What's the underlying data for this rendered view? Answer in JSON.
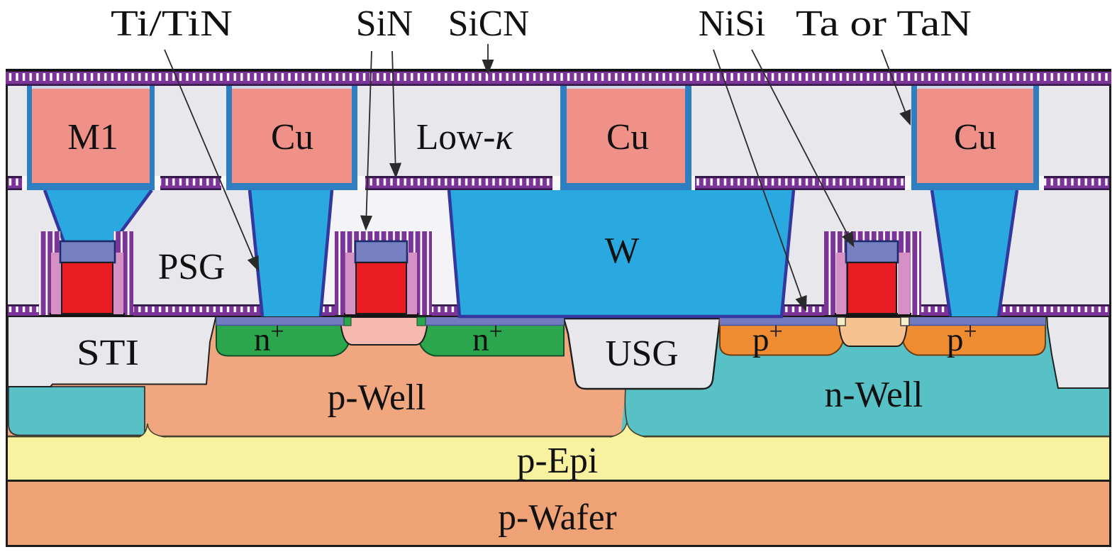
{
  "figure": {
    "type": "cmos-process-cross-section-diagram",
    "top_annotations": [
      {
        "id": "ti-tin",
        "label": "Ti/TiN"
      },
      {
        "id": "sin",
        "label": "SiN"
      },
      {
        "id": "sicn",
        "label": "SiCN"
      },
      {
        "id": "nisi",
        "label": "NiSi"
      },
      {
        "id": "ta-tan",
        "label": "Ta or TaN"
      }
    ],
    "metal_layer": {
      "m1": "M1",
      "cu_left": "Cu",
      "low_k_prefix": "Low-",
      "low_k_kappa": "κ",
      "cu_mid": "Cu",
      "cu_right": "Cu"
    },
    "contact_layer": {
      "psg": "PSG",
      "w": "W"
    },
    "substrate": {
      "sti": "STI",
      "usg": "USG",
      "n_plus_base": "n",
      "n_plus_sup": "+",
      "p_plus_base": "p",
      "p_plus_sup": "+",
      "p_well": "p-Well",
      "n_well": "n-Well",
      "p_epi": "p-Epi",
      "p_wafer": "p-Wafer"
    },
    "palette": {
      "copper_fill": "#ef9189",
      "copper_barrier_blue": "#2d7fc1",
      "tungsten_cyan": "#2aa9e0",
      "via_liner_navy": "#34379f",
      "nitride_purple": "#7c3499",
      "band_edge_dark": "#33194a",
      "oxide_gray": "#e8e7ec",
      "gate_poly_red": "#ea1c24",
      "gate_cap_slate": "#7781c1",
      "spacer_pink": "#d590c4",
      "silicide_slate": "#737bc0",
      "n_plus_green": "#2ba64c",
      "p_plus_orange": "#ef8b31",
      "p_well_salmon": "#f0a77f",
      "n_well_teal": "#58c1c5",
      "channel_pink": "#f6bab2",
      "channel_peach": "#f6c28f",
      "p_epi_yellow": "#f8f2a0",
      "p_wafer_salmon": "#efa276",
      "outline_black": "#1d1d1d"
    }
  }
}
